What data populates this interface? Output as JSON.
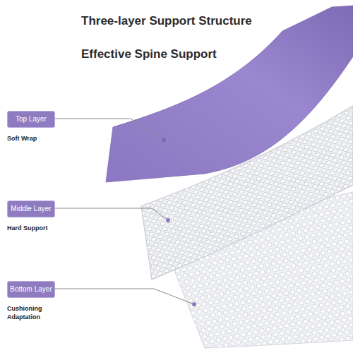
{
  "diagram": {
    "title": "Three-layer Support Structure",
    "nodes": [
      {
        "text": [
          "Top Layer",
          "Soft Wrap"
        ]
      },
      {
        "text": [
          "Middle Layer",
          "Hard Support"
        ]
      },
      {
        "text": [
          "Bottom Layer",
          "Cushioning Adaptation"
        ]
      }
    ],
    "labels": [
      "Effective Spine Support"
    ]
  }
}
